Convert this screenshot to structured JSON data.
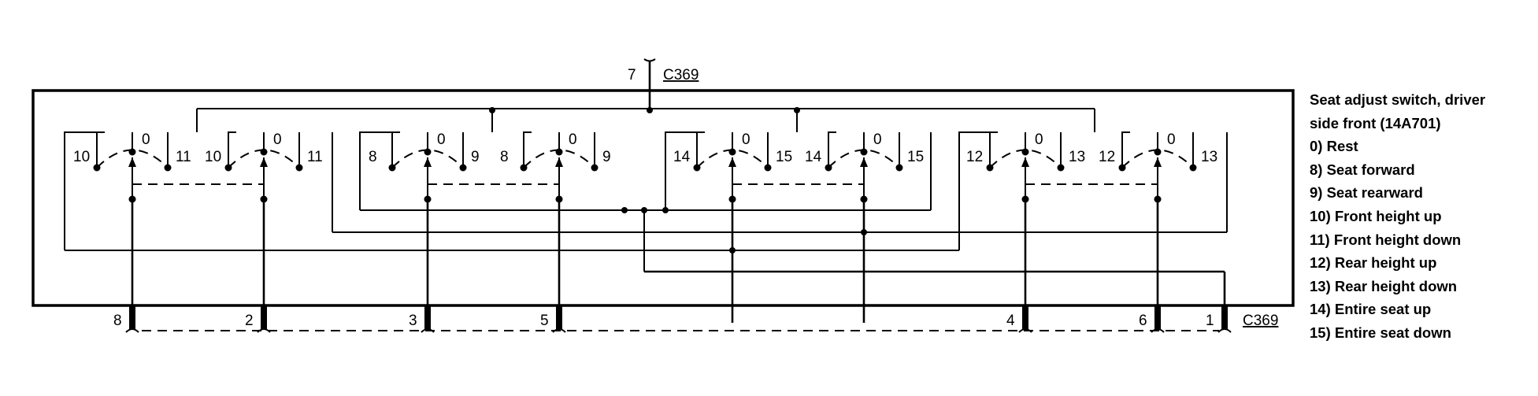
{
  "connector": "C369",
  "top_pin": "7",
  "bottom_pins": [
    "8",
    "2",
    "3",
    "5",
    "4",
    "6",
    "1"
  ],
  "switches": [
    {
      "labels": [
        "10",
        "0",
        "11"
      ]
    },
    {
      "labels": [
        "10",
        "0",
        "11"
      ]
    },
    {
      "labels": [
        "8",
        "0",
        "9"
      ]
    },
    {
      "labels": [
        "8",
        "0",
        "9"
      ]
    },
    {
      "labels": [
        "14",
        "0",
        "15"
      ]
    },
    {
      "labels": [
        "14",
        "0",
        "15"
      ]
    },
    {
      "labels": [
        "12",
        "0",
        "13"
      ]
    },
    {
      "labels": [
        "12",
        "0",
        "13"
      ]
    }
  ],
  "legend": {
    "title_line1": "Seat adjust switch, driver",
    "title_line2": "side front (14A701)",
    "items": [
      "0)   Rest",
      "8)   Seat forward",
      "9)   Seat rearward",
      "10) Front height up",
      "11) Front height down",
      "12) Rear height up",
      "13) Rear height down",
      "14) Entire seat up",
      "15) Entire seat down"
    ]
  }
}
